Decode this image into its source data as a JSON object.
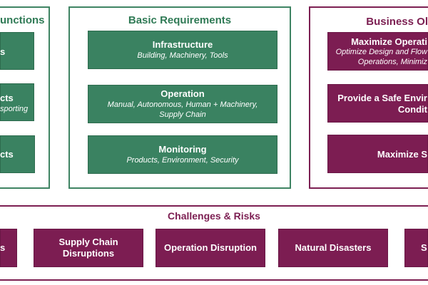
{
  "colors": {
    "green": "#3a8261",
    "purple": "#7c1d52"
  },
  "functions": {
    "title": "unctions",
    "items": [
      {
        "title": "s"
      },
      {
        "title": "cts",
        "subtitle": "sporting"
      },
      {
        "title": "cts"
      }
    ]
  },
  "requirements": {
    "title": "Basic Requirements",
    "items": [
      {
        "title": "Infrastructure",
        "subtitle": "Building, Machinery, Tools"
      },
      {
        "title": "Operation",
        "subtitle": "Manual, Autonomous, Human + Machinery,",
        "subtitle2": "Supply Chain"
      },
      {
        "title": "Monitoring",
        "subtitle": "Products, Environment, Security"
      }
    ]
  },
  "objectives": {
    "title": "Business Ol",
    "items": [
      {
        "title": "Maximize Operati",
        "subtitle": "Optimize Design and Flow",
        "subtitle2": "Operations, Minimiz"
      },
      {
        "title": "Provide a Safe Envir",
        "title2": "Condit"
      },
      {
        "title": "Maximize S"
      }
    ]
  },
  "challenges": {
    "title": "Challenges & Risks",
    "items": [
      {
        "title": "s"
      },
      {
        "title": "Supply Chain",
        "title2": "Disruptions"
      },
      {
        "title": "Operation Disruption"
      },
      {
        "title": "Natural Disasters"
      },
      {
        "title": "S"
      }
    ]
  }
}
